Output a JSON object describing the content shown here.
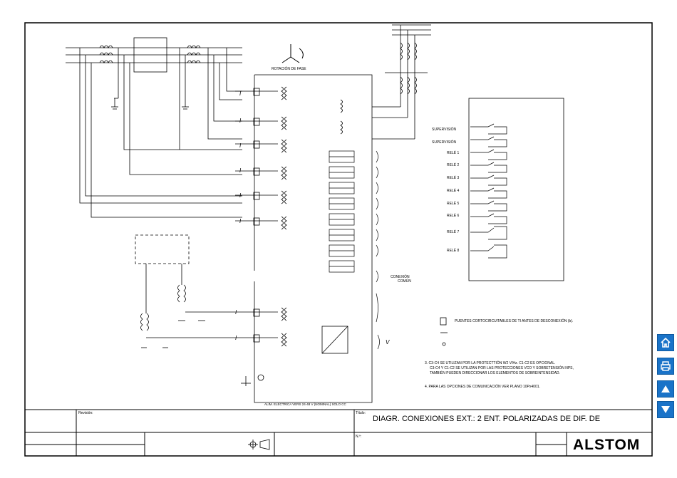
{
  "diagram": {
    "phase_rotation_label": "ROTACIÓN DE FASE",
    "current_label": "I",
    "voltage_label": "V",
    "power_supply_label": "ALIM. ELÉCTRICA VERS 24-48 V (NOMINAL) SOLO CC",
    "common_connection": {
      "line1": "CONEXIÓN",
      "line2": "COMÚN"
    },
    "relay_labels": [
      "SUPERVISIÓN",
      "SUPERVISIÓN",
      "RELÉ 1",
      "RELÉ 2",
      "RELÉ 3",
      "RELÉ 4",
      "RELÉ 5",
      "RELÉ 6",
      "RELÉ 7",
      "RELÉ 8"
    ],
    "legend_shorting_bars": "PUENTES CORTOCIRCUITABLES DE TI ANTES DE DESCONEXIÓN (b).",
    "notes": {
      "note3_line1": "3.  C3-C4 SE UTILIZAN POR LA PROTECTTIÓN W2 V/Hz.  C1-C2 ES OPCIONAL.",
      "note3_line2": "C3-C4 Y C1-C2 SE UTILIZAN POR LAS PROTECCIONES VCO Y SOBRETENSIÓN NPS,",
      "note3_line3": "TAMBIÉN PUEDEN DIRECCIONAR LOS ELEMENTOS DE SOBREINTENSIDAD.",
      "note4": "4.  PARA LAS OPCIONES DE COMUNICACIÓN VER PLANO 10Px4001."
    }
  },
  "title_block": {
    "revision_label": "Revisión:",
    "title_label": "Título:",
    "title": "DIAGR. CONEXIONES EXT.: 2 ENT. POLARIZADAS DE DIF. DE",
    "number_label": "N.º:",
    "brand": "ALSTOM",
    "brand_color": "#000000"
  },
  "nav": {
    "icons": [
      "home-icon",
      "print-icon",
      "arrow-up-icon",
      "arrow-down-icon"
    ],
    "button_color": "#1a73c8"
  }
}
